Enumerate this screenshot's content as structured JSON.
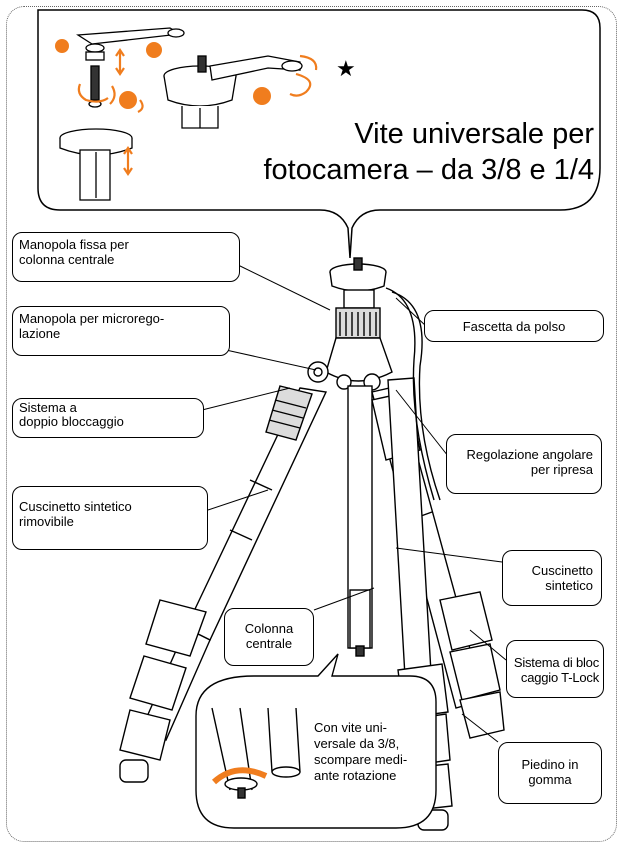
{
  "inset": {
    "title_line1": "Vite universale per",
    "title_line2": "fotocamera – da 3/8 e 1/4",
    "star": "★"
  },
  "callouts": {
    "fixed_knob": {
      "line1": "Manopola fissa per",
      "line2": "colonna centrale"
    },
    "micro_knob": {
      "line1": "Manopola per microrego-",
      "line2": "lazione"
    },
    "double_lock": {
      "line1": "Sistema a",
      "line2": "doppio bloccaggio"
    },
    "pad_removable": {
      "line1": "Cuscinetto sintetico",
      "line2": "rimovibile"
    },
    "wrist_strap": {
      "line1": "Fascetta da polso"
    },
    "angle_adjust": {
      "line1": "Regolazione angolare",
      "line2": "per ripresa"
    },
    "synthetic_pad": {
      "line1": "Cuscinetto",
      "line2": "sintetico"
    },
    "center_column": {
      "line1": "Colonna",
      "line2": "centrale"
    },
    "tlock": {
      "line1": "Sistema di bloc",
      "line2": "caggio T-Lock"
    },
    "rubber_foot": {
      "line1": "Piedino in",
      "line2": "gomma"
    }
  },
  "bottom_inset": {
    "line1": "Con vite uni-",
    "line2": "versale da 3/8,",
    "line3": "scompare medi-",
    "line4": "ante rotazione"
  },
  "colors": {
    "accent": "#f07d1e",
    "line": "#000000"
  }
}
